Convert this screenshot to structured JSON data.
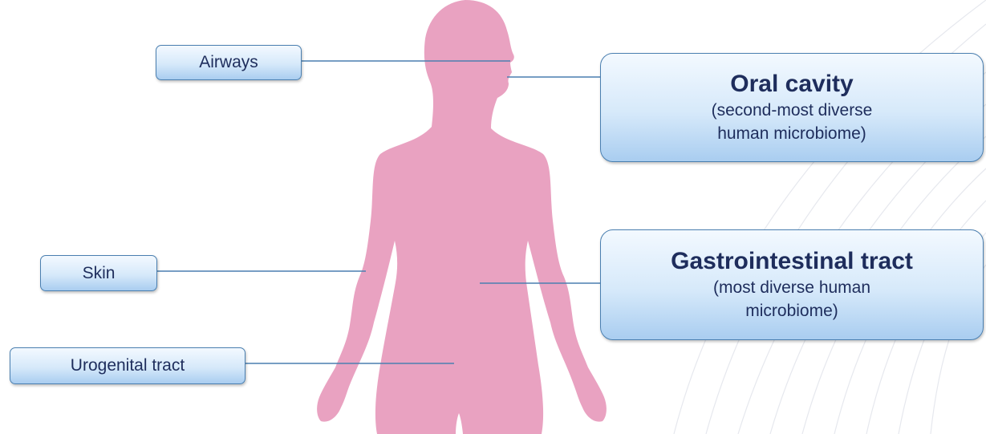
{
  "diagram": {
    "labels": {
      "airways": "Airways",
      "skin": "Skin",
      "urogenital_tract": "Urogenital tract",
      "oral_cavity": {
        "title": "Oral cavity",
        "subtitle_line1": "(second-most diverse",
        "subtitle_line2": "human microbiome)"
      },
      "gastrointestinal_tract": {
        "title": "Gastrointestinal tract",
        "subtitle_line1": "(most diverse human",
        "subtitle_line2": "microbiome)"
      }
    },
    "colors": {
      "silhouette": "#e9a2c1",
      "box_border": "#4a7fb0",
      "box_fill_top": "#f3f9ff",
      "box_fill_bottom": "#a9cdf0",
      "text": "#1e2d5c",
      "connector": "#4a7fb0",
      "background_arcs": "#e6e8ee"
    }
  }
}
